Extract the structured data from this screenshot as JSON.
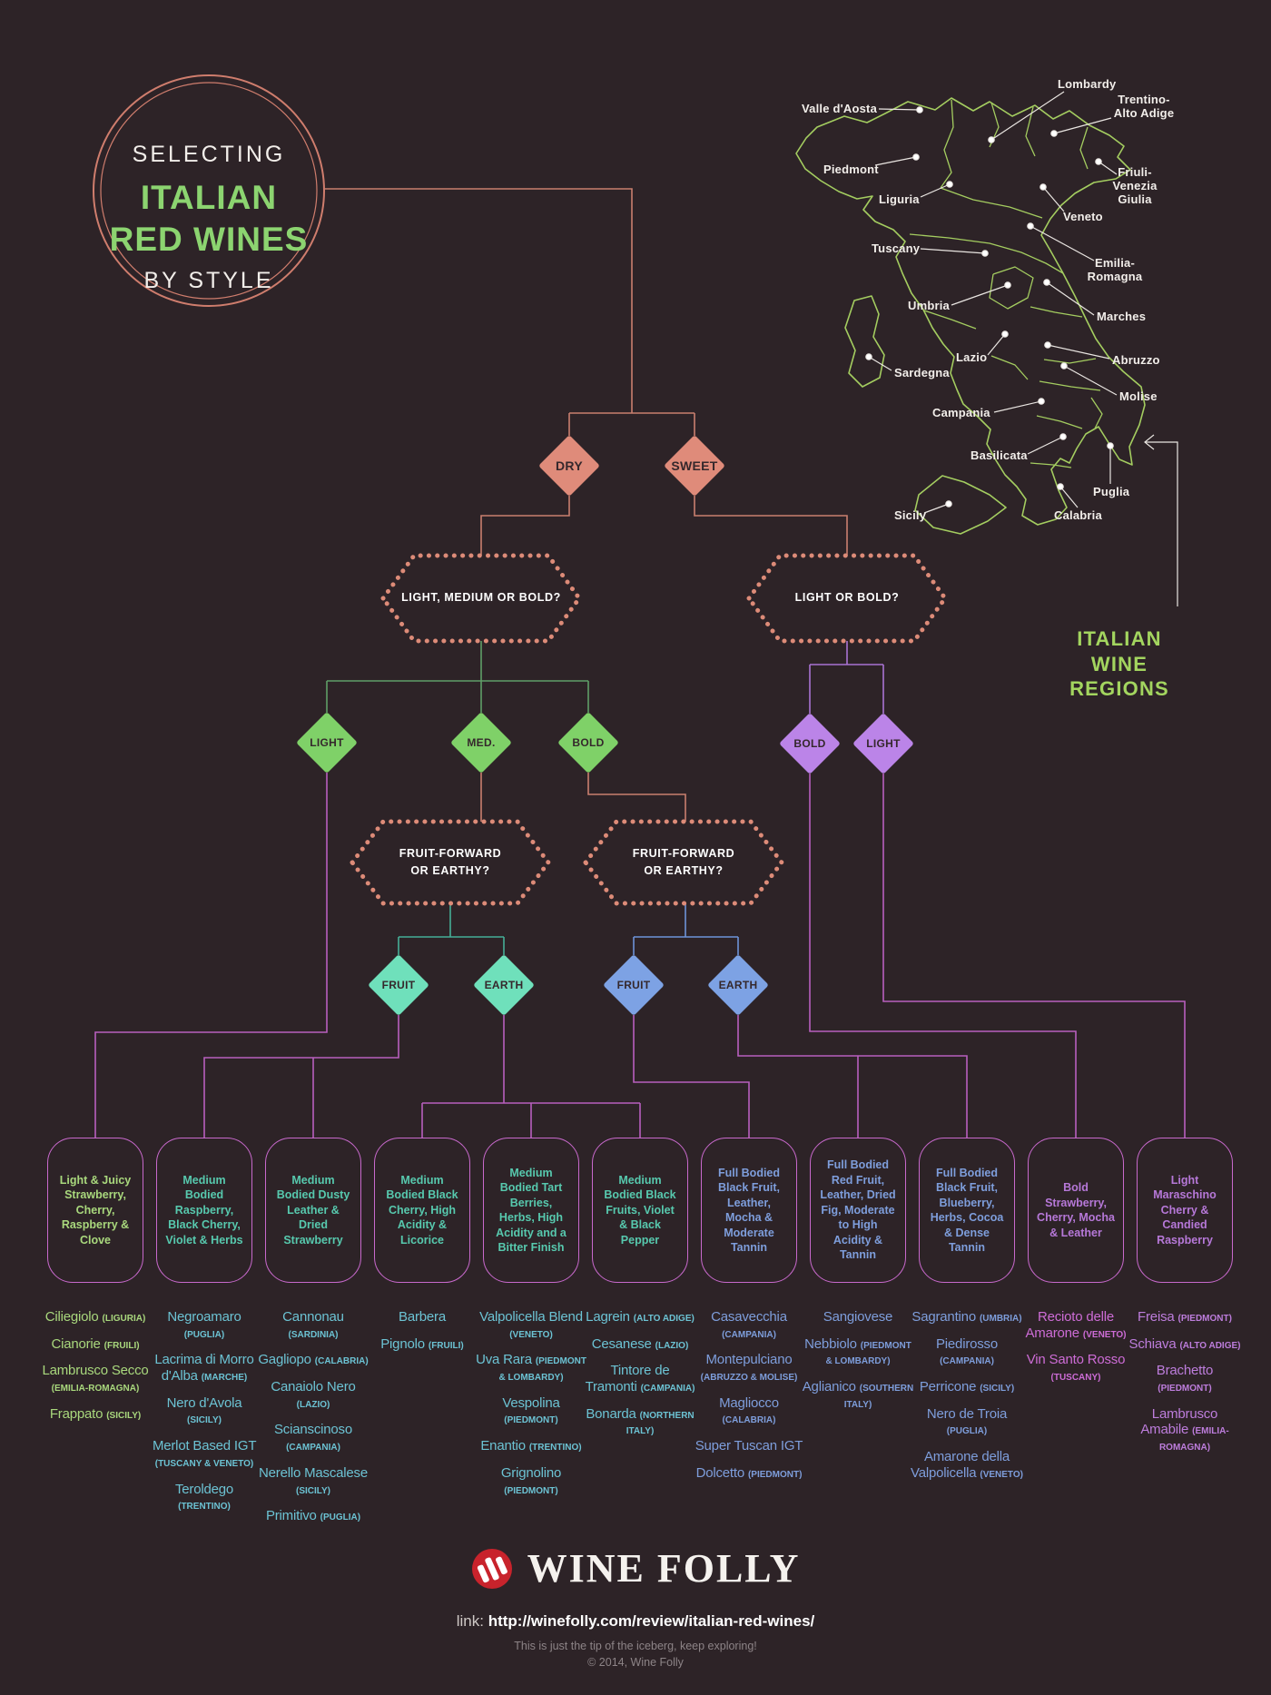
{
  "title": {
    "line1": "SELECTING",
    "line2": "ITALIAN",
    "line3": "RED WINES",
    "line4": "BY STYLE"
  },
  "map": {
    "caption": "ITALIAN\nWINE\nREGIONS",
    "regions": [
      {
        "name": "Lombardy"
      },
      {
        "name": "Trentino-\nAlto Adige"
      },
      {
        "name": "Valle d'Aosta"
      },
      {
        "name": "Friuli-\nVenezia\nGiulia"
      },
      {
        "name": "Piedmont"
      },
      {
        "name": "Veneto"
      },
      {
        "name": "Liguria"
      },
      {
        "name": "Emilia-\nRomagna"
      },
      {
        "name": "Tuscany"
      },
      {
        "name": "Marches"
      },
      {
        "name": "Umbria"
      },
      {
        "name": "Lazio"
      },
      {
        "name": "Abruzzo"
      },
      {
        "name": "Sardegna"
      },
      {
        "name": "Molise"
      },
      {
        "name": "Campania"
      },
      {
        "name": "Basilicata"
      },
      {
        "name": "Puglia"
      },
      {
        "name": "Sicily"
      },
      {
        "name": "Calabria"
      }
    ]
  },
  "tree": {
    "dry": "DRY",
    "sweet": "SWEET",
    "q_lmb": "LIGHT, MEDIUM OR BOLD?",
    "q_lb": "LIGHT OR BOLD?",
    "q_ff1": "FRUIT-FORWARD\nOR EARTHY?",
    "q_ff2": "FRUIT-FORWARD\nOR EARTHY?",
    "light": "LIGHT",
    "med": "MED.",
    "bold": "BOLD",
    "bold2": "BOLD",
    "light2": "LIGHT",
    "fruit1": "FRUIT",
    "earth1": "EARTH",
    "fruit2": "FRUIT",
    "earth2": "EARTH"
  },
  "palette": {
    "background": "#2d2327",
    "salmon": "#df8b7a",
    "green": "#7fd168",
    "teal": "#6fe0bb",
    "blue": "#7da2e4",
    "purple": "#bb84e8",
    "pink_lines": "#b85fbe",
    "map_outline": "#a4cd60",
    "title_green": "#8cd470",
    "box_border": "#c869cc",
    "brand_red": "#c8232c"
  },
  "columns": [
    {
      "desc": "Light & Juicy Strawberry, Cherry, Raspberry & Clove",
      "wines": [
        {
          "name": "Ciliegiolo",
          "region": "(LIGURIA)"
        },
        {
          "name": "Cianorie",
          "region": "(FRUILI)"
        },
        {
          "name": "Lambrusco Secco",
          "region": "(EMILIA-ROMAGNA)"
        },
        {
          "name": "Frappato",
          "region": "(SICILY)"
        }
      ]
    },
    {
      "desc": "Medium Bodied Raspberry, Black Cherry, Violet & Herbs",
      "wines": [
        {
          "name": "Negroamaro",
          "region": "(PUGLIA)"
        },
        {
          "name": "Lacrima di Morro d'Alba",
          "region": "(MARCHE)"
        },
        {
          "name": "Nero d'Avola",
          "region": "(SICILY)"
        },
        {
          "name": "Merlot Based IGT",
          "region": "(TUSCANY & VENETO)"
        },
        {
          "name": "Teroldego",
          "region": "(TRENTINO)"
        }
      ]
    },
    {
      "desc": "Medium Bodied Dusty Leather & Dried Strawberry",
      "wines": [
        {
          "name": "Cannonau",
          "region": "(SARDINIA)"
        },
        {
          "name": "Gagliopo",
          "region": "(CALABRIA)"
        },
        {
          "name": "Canaiolo Nero",
          "region": "(LAZIO)"
        },
        {
          "name": "Scianscinoso",
          "region": "(CAMPANIA)"
        },
        {
          "name": "Nerello Mascalese",
          "region": "(SICILY)"
        },
        {
          "name": "Primitivo",
          "region": "(PUGLIA)"
        }
      ]
    },
    {
      "desc": "Medium Bodied Black Cherry, High Acidity & Licorice",
      "wines": [
        {
          "name": "Barbera",
          "region": ""
        },
        {
          "name": "Pignolo",
          "region": "(FRUILI)"
        }
      ]
    },
    {
      "desc": "Medium Bodied Tart Berries, Herbs, High Acidity and a Bitter Finish",
      "wines": [
        {
          "name": "Valpolicella Blend",
          "region": "(VENETO)"
        },
        {
          "name": "Uva Rara",
          "region": "(PIEDMONT & LOMBARDY)"
        },
        {
          "name": "Vespolina",
          "region": "(PIEDMONT)"
        },
        {
          "name": "Enantio",
          "region": "(TRENTINO)"
        },
        {
          "name": "Grignolino",
          "region": "(PIEDMONT)"
        }
      ]
    },
    {
      "desc": "Medium Bodied Black Fruits, Violet & Black Pepper",
      "wines": [
        {
          "name": "Lagrein",
          "region": "(ALTO ADIGE)"
        },
        {
          "name": "Cesanese",
          "region": "(LAZIO)"
        },
        {
          "name": "Tintore de Tramonti",
          "region": "(CAMPANIA)"
        },
        {
          "name": "Bonarda",
          "region": "(NORTHERN ITALY)"
        }
      ]
    },
    {
      "desc": "Full Bodied Black Fruit, Leather, Mocha & Moderate Tannin",
      "wines": [
        {
          "name": "Casavecchia",
          "region": "(CAMPANIA)"
        },
        {
          "name": "Montepulciano",
          "region": "(ABRUZZO & MOLISE)"
        },
        {
          "name": "Magliocco",
          "region": "(CALABRIA)"
        },
        {
          "name": "Super Tuscan IGT",
          "region": ""
        },
        {
          "name": "Dolcetto",
          "region": "(PIEDMONT)"
        }
      ]
    },
    {
      "desc": "Full Bodied Red Fruit, Leather, Dried Fig, Moderate to High Acidity & Tannin",
      "wines": [
        {
          "name": "Sangiovese",
          "region": ""
        },
        {
          "name": "Nebbiolo",
          "region": "(PIEDMONT & LOMBARDY)"
        },
        {
          "name": "Aglianico",
          "region": "(SOUTHERN ITALY)"
        }
      ]
    },
    {
      "desc": "Full Bodied Black Fruit, Blueberry, Herbs, Cocoa & Dense Tannin",
      "wines": [
        {
          "name": "Sagrantino",
          "region": "(UMBRIA)"
        },
        {
          "name": "Piedirosso",
          "region": "(CAMPANIA)"
        },
        {
          "name": "Perricone",
          "region": "(SICILY)"
        },
        {
          "name": "Nero de Troia",
          "region": "(PUGLIA)"
        },
        {
          "name": "Amarone della Valpolicella",
          "region": "(VENETO)"
        }
      ]
    },
    {
      "desc": "Bold Strawberry, Cherry, Mocha & Leather",
      "wines": [
        {
          "name": "Recioto delle Amarone",
          "region": "(VENETO)"
        },
        {
          "name": "Vin Santo Rosso",
          "region": "(TUSCANY)"
        }
      ]
    },
    {
      "desc": "Light Maraschino Cherry & Candied Raspberry",
      "wines": [
        {
          "name": "Freisa",
          "region": "(PIEDMONT)"
        },
        {
          "name": "Schiava",
          "region": "(ALTO ADIGE)"
        },
        {
          "name": "Brachetto",
          "region": "(PIEDMONT)"
        },
        {
          "name": "Lambrusco Amabile",
          "region": "(EMILIA-ROMAGNA)"
        }
      ]
    }
  ],
  "footer": {
    "brand": "WINE FOLLY",
    "link_label": "link:",
    "link_url": "http://winefolly.com/review/italian-red-wines/",
    "tagline": "This is just the tip of the iceberg, keep exploring!",
    "copyright": "© 2014, Wine Folly"
  }
}
